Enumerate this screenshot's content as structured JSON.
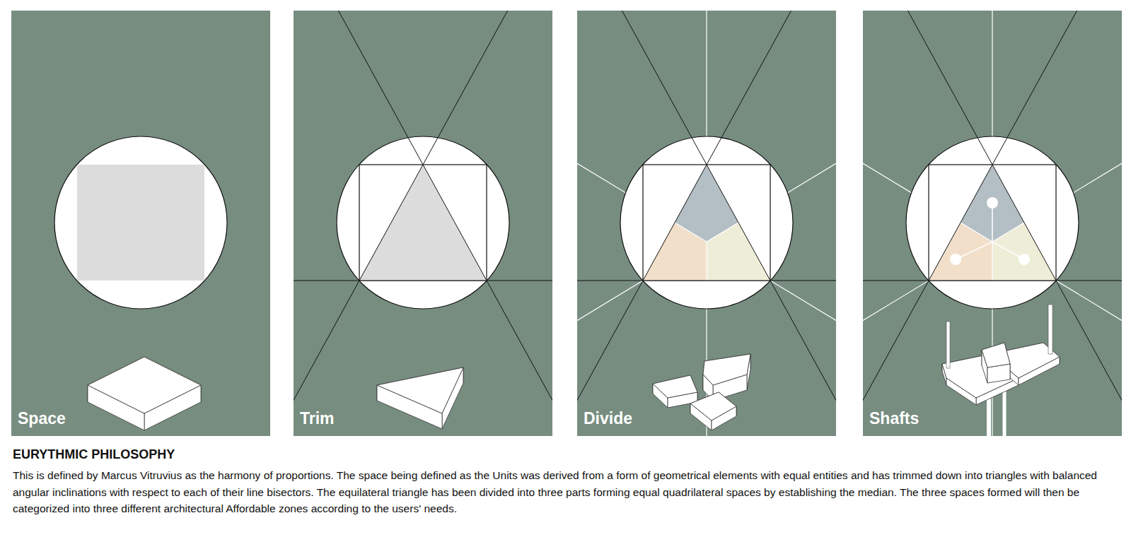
{
  "diagram": {
    "title": "EURYTHMIC PHILOSOPHY",
    "caption": "This is defined by Marcus Vitruvius as the harmony of proportions. The space being defined as the Units was derived from a form of geometrical elements with equal entities and has trimmed down into triangles with balanced angular inclinations with respect to each of their line bisectors. The equilateral triangle has been divided into three parts forming equal quadrilateral spaces by establishing the median. The three spaces formed will then be categorized into three different architectural Affordable zones according to the users' needs.",
    "nodes": [
      {
        "text": [
          "Space"
        ]
      },
      {
        "text": [
          "Trim"
        ]
      },
      {
        "text": [
          "Divide"
        ]
      },
      {
        "text": [
          "Shafts"
        ]
      }
    ]
  }
}
